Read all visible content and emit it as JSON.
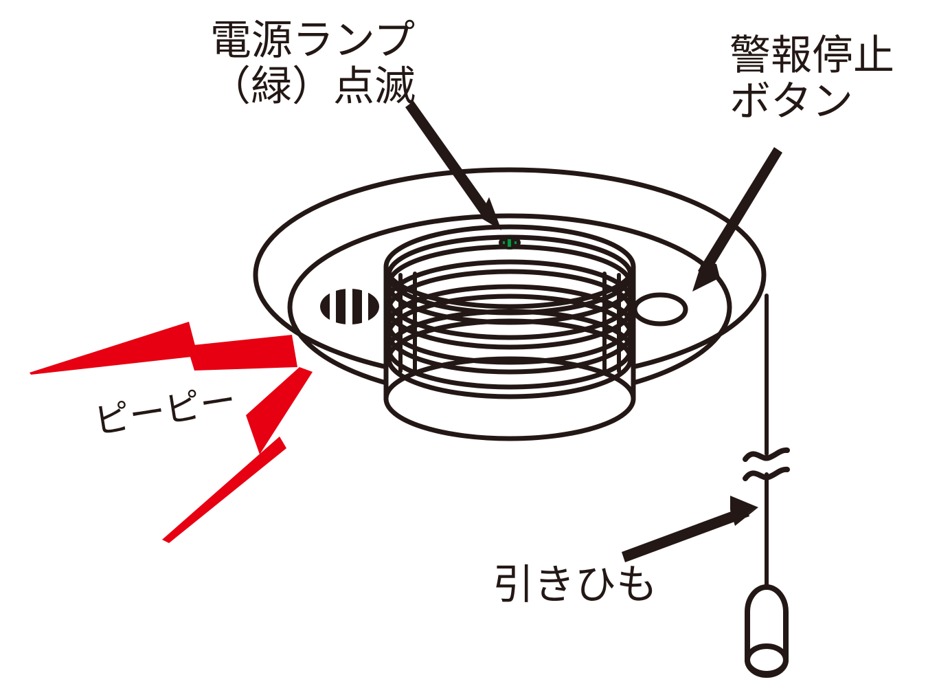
{
  "diagram": {
    "subject": "smoke-alarm-ceiling-unit",
    "background_color": "#ffffff",
    "ink_color": "#231815",
    "alert_color": "#e60012",
    "lamp_color": "#009944"
  },
  "labels": {
    "power_lamp": {
      "line1": "電源ランプ",
      "line2": "（緑）点滅",
      "text": "電源ランプ\n（緑）点滅"
    },
    "alarm_stop": {
      "line1": "警報停止",
      "line2": "ボタン",
      "text": "警報停止\nボタン"
    },
    "beep": {
      "text": "ピーピー"
    },
    "pull_cord": {
      "text": "引きひも"
    }
  },
  "parts": {
    "outer_rim": "detector-base-disc",
    "inner_ring": "detector-base-inner-ring",
    "sensor_chamber": "detector-sensor-chamber",
    "speaker_grille": "speaker-grille",
    "alarm_stop_button": "alarm-stop-button",
    "power_lamp": "power-lamp-indicator",
    "pull_cord": "pull-cord",
    "cord_handle": "pull-cord-handle",
    "cord_break": "cord-break-symbol",
    "sound_waves": "alarm-sound-waves"
  }
}
